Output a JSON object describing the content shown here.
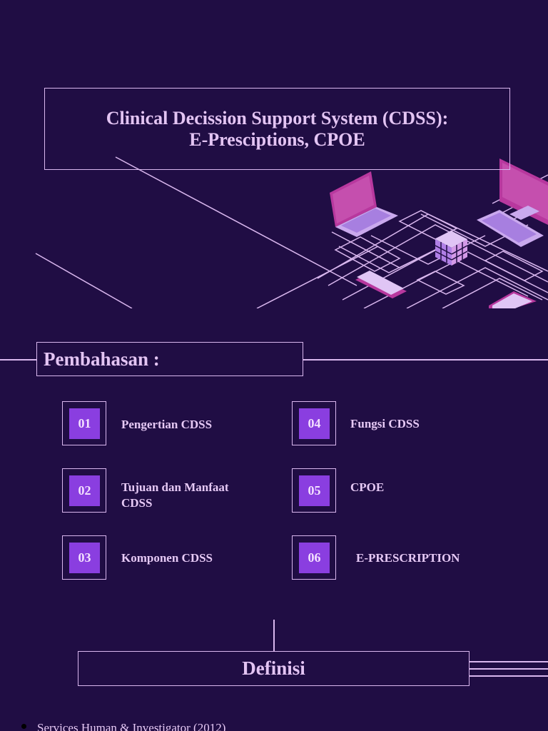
{
  "slide1": {
    "title_line1": "Clinical Decission Support System (CDSS):",
    "title_line2": "E-Presciptions, CPOE",
    "illustration": "isometric-devices-network-illustration"
  },
  "slide2": {
    "heading": "Pembahasan :",
    "items": [
      {
        "number": "01",
        "label": "Pengertian CDSS"
      },
      {
        "number": "02",
        "label": "Tujuan dan Manfaat CDSS"
      },
      {
        "number": "03",
        "label": "Komponen CDSS"
      },
      {
        "number": "04",
        "label": "Fungsi CDSS"
      },
      {
        "number": "05",
        "label": "CPOE"
      },
      {
        "number": "06",
        "label": "E-PRESCRIPTION"
      }
    ]
  },
  "slide3": {
    "heading": "Definisi",
    "bullet_text": "Services Human & Investigator (2012)"
  },
  "colors": {
    "background": "#200d44",
    "line": "#d9b7ee",
    "text": "#e3c4f3",
    "accent": "#8a3ee0",
    "device_magenta": "#b8389e"
  }
}
